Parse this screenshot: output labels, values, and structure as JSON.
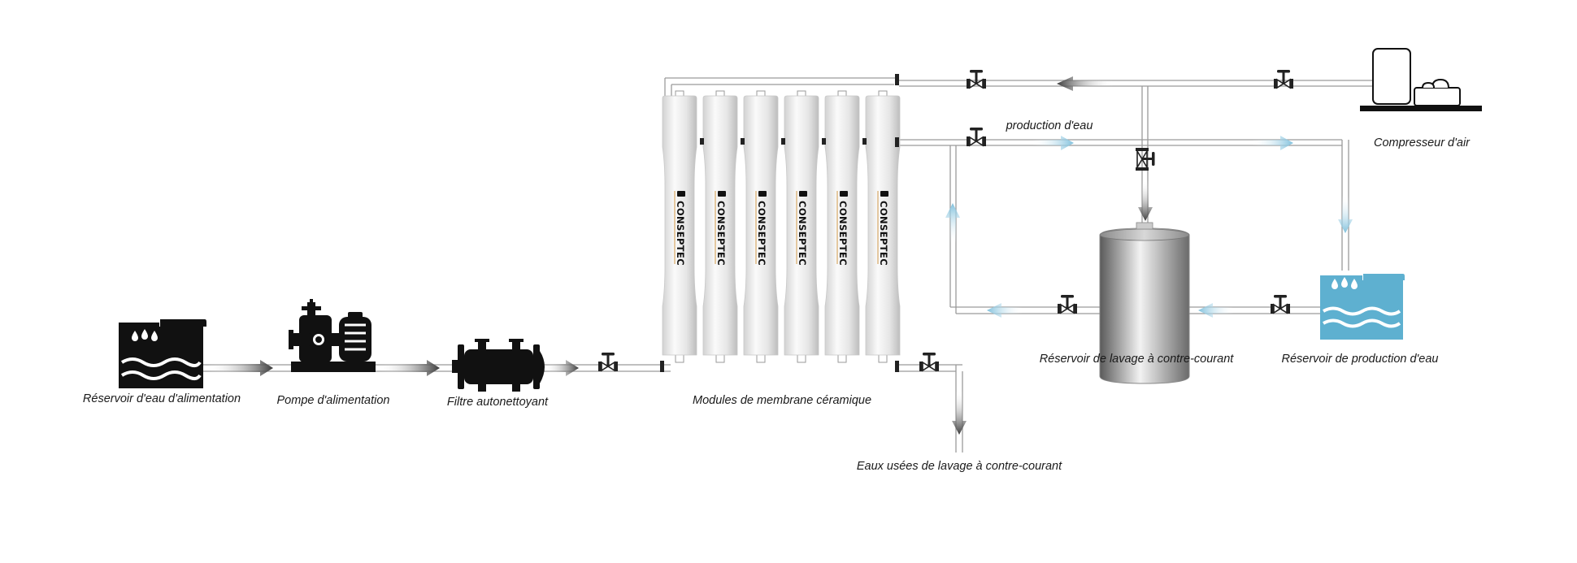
{
  "labels": {
    "feed_tank": "Réservoir d'eau d'alimentation",
    "feed_pump": "Pompe d'alimentation",
    "self_cleaning_filter": "Filtre autonettoyant",
    "membrane_modules": "Modules de membrane céramique",
    "backwash_wastewater": "Eaux usées de lavage à contre-courant",
    "backwash_tank": "Réservoir de lavage à contre-courant",
    "product_tank": "Réservoir de production d'eau",
    "air_compressor": "Compresseur d'air",
    "water_production": "production d'eau"
  },
  "module_brand": "CONSEPTEC",
  "module_count": 6,
  "colors": {
    "pipe_stroke": "#9a9a9a",
    "process_arrow": "#3a3a3a",
    "water_arrow": "#7fc0dc",
    "product_tank": "#5eb0d0",
    "equipment_black": "#111111"
  },
  "icons": [
    "feed-tank-icon",
    "pump-icon",
    "filter-icon",
    "valve-icon",
    "backwash-tank-icon",
    "product-tank-icon",
    "compressor-icon"
  ]
}
